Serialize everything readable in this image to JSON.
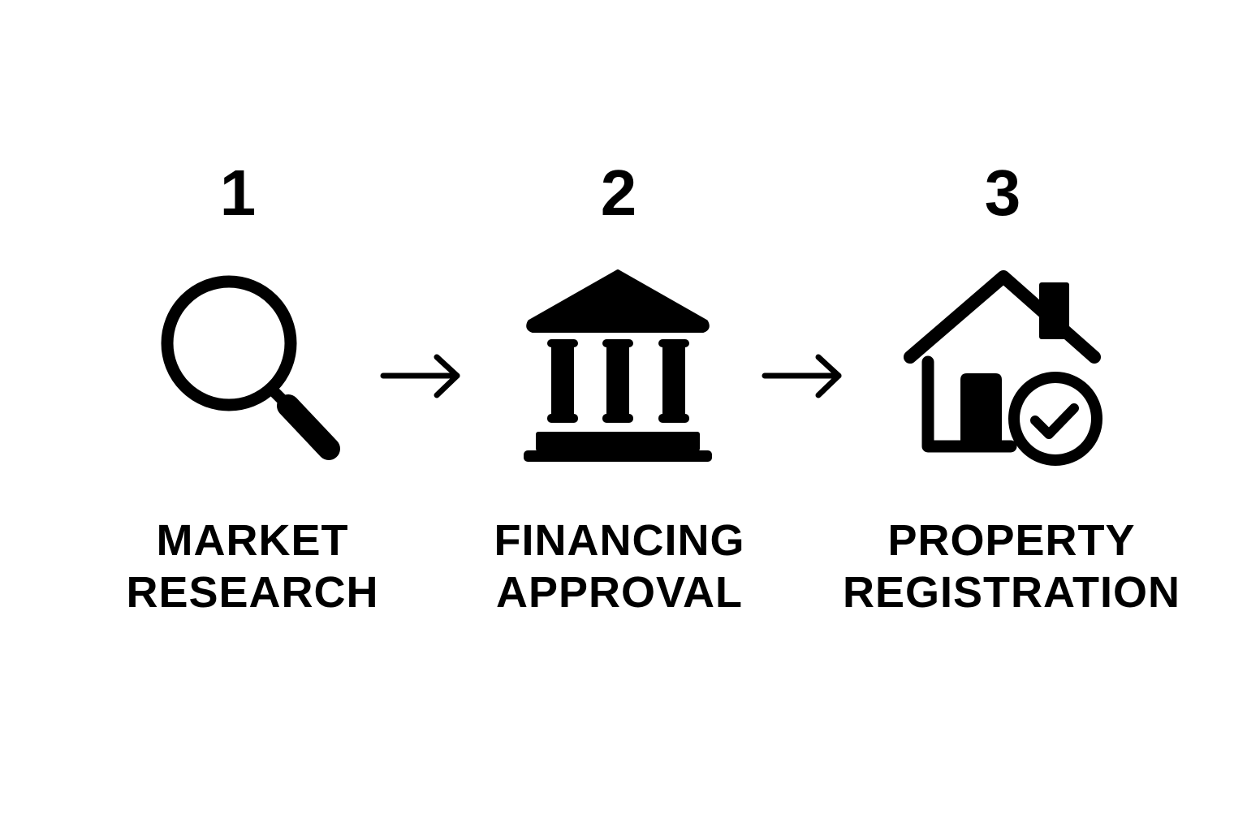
{
  "steps": [
    {
      "number": "1",
      "line1": "MARKET",
      "line2": "RESEARCH",
      "icon": "magnifier-icon"
    },
    {
      "number": "2",
      "line1": "FINANCING",
      "line2": "APPROVAL",
      "icon": "bank-icon"
    },
    {
      "number": "3",
      "line1": "PROPERTY",
      "line2": "REGISTRATION",
      "icon": "house-check-icon"
    }
  ],
  "colors": {
    "foreground": "#000000",
    "background": "#ffffff"
  }
}
